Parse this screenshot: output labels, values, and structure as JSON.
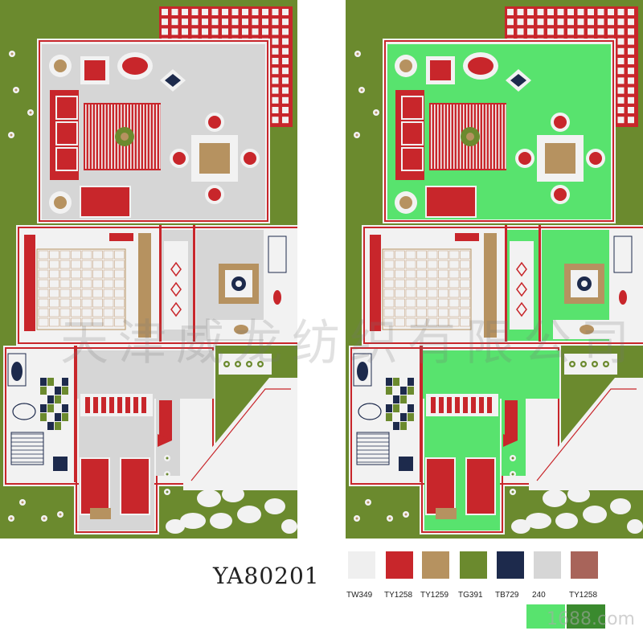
{
  "product_code": "YA80201",
  "watermark_text": "天津威龙纺织有限公司",
  "site_text": "1688.com",
  "colors": {
    "grass": "#6b8a2e",
    "red": "#c8262b",
    "tan": "#b69260",
    "navy": "#1d2a4c",
    "white": "#f2f2f2",
    "light_gray": "#d6d6d6",
    "green_floor": "#58e36e"
  },
  "swatches": [
    {
      "code": "TW349",
      "color": "#efefef"
    },
    {
      "code": "TY1258",
      "color": "#c8262b"
    },
    {
      "code": "TY1259",
      "color": "#b69260"
    },
    {
      "code": "TG391",
      "color": "#6b8a2e"
    },
    {
      "code": "TB729",
      "color": "#1d2a4c"
    },
    {
      "code": "240",
      "color": "#d6d6d6"
    },
    {
      "code": "TY1258",
      "color": "#a8645a"
    }
  ],
  "extra_swatches": [
    {
      "color": "#58e36e"
    },
    {
      "color": "#3a8a2e"
    }
  ],
  "panels": [
    {
      "floor_color": "#d6d6d6"
    },
    {
      "floor_color": "#58e36e"
    }
  ]
}
